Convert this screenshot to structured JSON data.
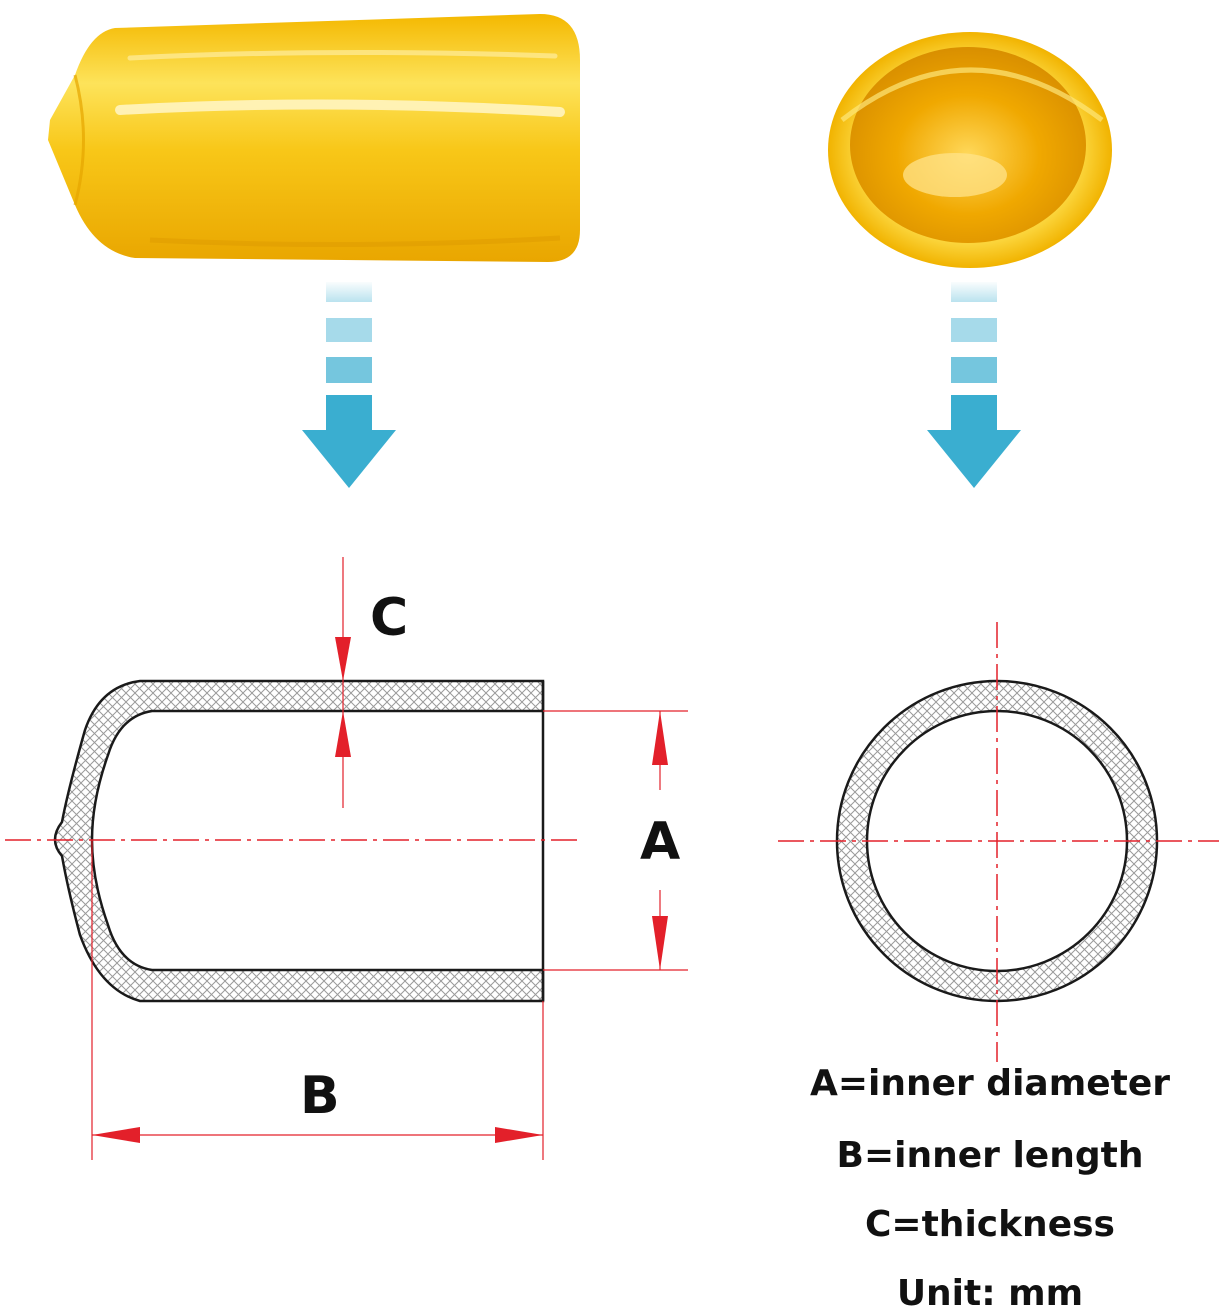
{
  "colors": {
    "cap_yellow": "#f7c21a",
    "cap_shadow": "#e3a300",
    "arrow_blue": "#3aaed0",
    "dimension_red": "#e3202a",
    "outline": "#1a1a1a",
    "background": "#ffffff"
  },
  "photos": {
    "side_view": "yellow-vinyl-end-cap-side-photo",
    "end_view": "yellow-vinyl-end-cap-open-end-photo"
  },
  "icons": {
    "down_arrow": "down-arrow-icon"
  },
  "dimensions": {
    "thickness_label": "C",
    "diameter_label": "A",
    "length_label": "B"
  },
  "legend": {
    "line1": "A=inner diameter",
    "line2": "B=inner length",
    "line3": "C=thickness",
    "line4": "Unit: mm"
  }
}
